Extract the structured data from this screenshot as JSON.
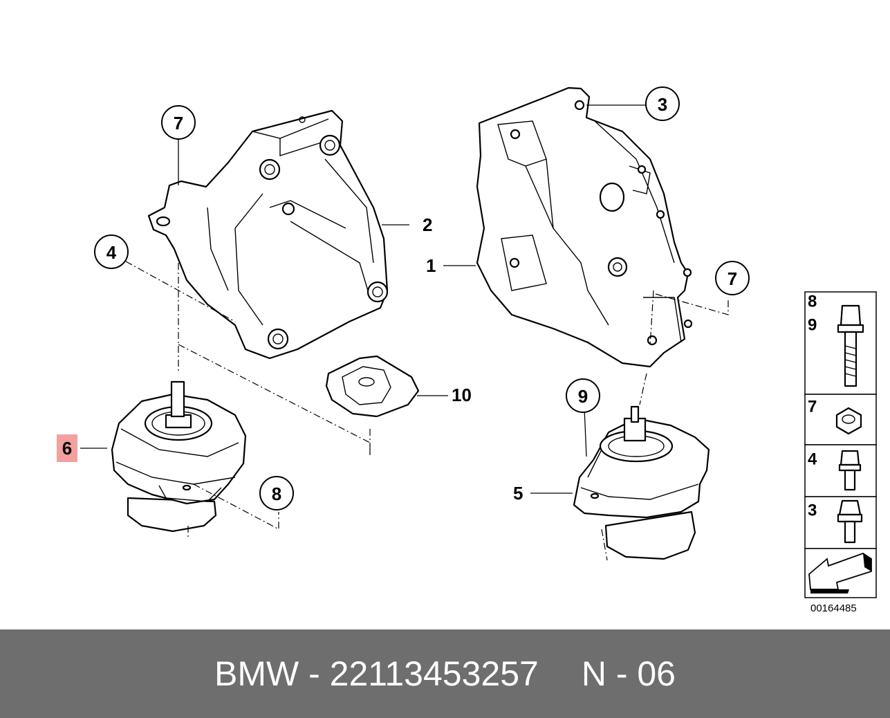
{
  "callouts": {
    "c7a": "7",
    "c2": "2",
    "c4": "4",
    "c1": "1",
    "c3": "3",
    "c7b": "7",
    "c10": "10",
    "c9": "9",
    "c6": "6",
    "c8": "8",
    "c5": "5"
  },
  "legend": {
    "row1_a": "8",
    "row1_b": "9",
    "row2": "7",
    "row3": "4",
    "row4": "3"
  },
  "diagram_id": "00164485",
  "footer": {
    "brand": "BMW",
    "separator": " - ",
    "part_number": "22113453257",
    "position_label": "N - 06"
  },
  "colors": {
    "highlight": "#f4a0a0",
    "footer_bg": "#6e6e6e",
    "footer_text": "#ffffff"
  }
}
